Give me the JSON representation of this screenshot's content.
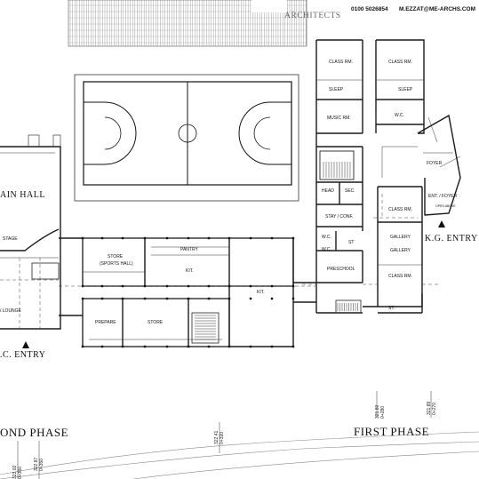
{
  "title_block": {
    "phone": "0100 5026854",
    "email": "M.EZZAT@ME-ARCHS.COM",
    "firm": "ARCHITECTS"
  },
  "rooms": {
    "class_rm_1": "CLASS RM.",
    "class_rm_2": "CLASS RM.",
    "sleep_1": "SLEEP",
    "sleep_2": "SLEEP",
    "music_rm": "MUSIC RM.",
    "wc_1": "W.C.",
    "foyer": "FOYER",
    "head": "HEAD",
    "sec": "SEC.",
    "ent_foyer": "ENT. / FOYER",
    "open_above": "OPEN ABOVE",
    "class_rm_3": "CLASS RM.",
    "stay_conf": "STAY / CONF.",
    "wc_2": "W.C.",
    "st_1": "ST",
    "gallery_1": "GALLERY",
    "wc_3": "W.C.",
    "gallery_2": "GALLERY",
    "preschool": "PRESCHOOL",
    "class_rm_4": "CLASS RM.",
    "st_2": "ST.",
    "main_hall": "AIN HALL",
    "stage": "STAGE",
    "lounge": "/ LOUNGE",
    "store_sports": "STORE",
    "store_sports_2": "(SPORTS HALL)",
    "pantry": "PANTRY",
    "kit_1": "KIT.",
    "kit_2": "KIT.",
    "prepare": "PREPARE",
    "store_2": "STORE"
  },
  "entries": {
    "kg_entry": "K.G. ENTRY",
    "c_entry": ".C. ENTRY"
  },
  "phases": {
    "second": "OND PHASE",
    "first": "FIRST PHASE"
  },
  "stations": {
    "s1_elev": "323.02",
    "s1_ch": "0+360",
    "s2_elev": "322.87",
    "s2_ch": "0+350",
    "s3_elev": "322.41",
    "s3_ch": "0+320",
    "s4_elev": "321.80",
    "s4_ch": "0+280",
    "s5_elev": "321.89",
    "s5_ch": "0+270"
  }
}
